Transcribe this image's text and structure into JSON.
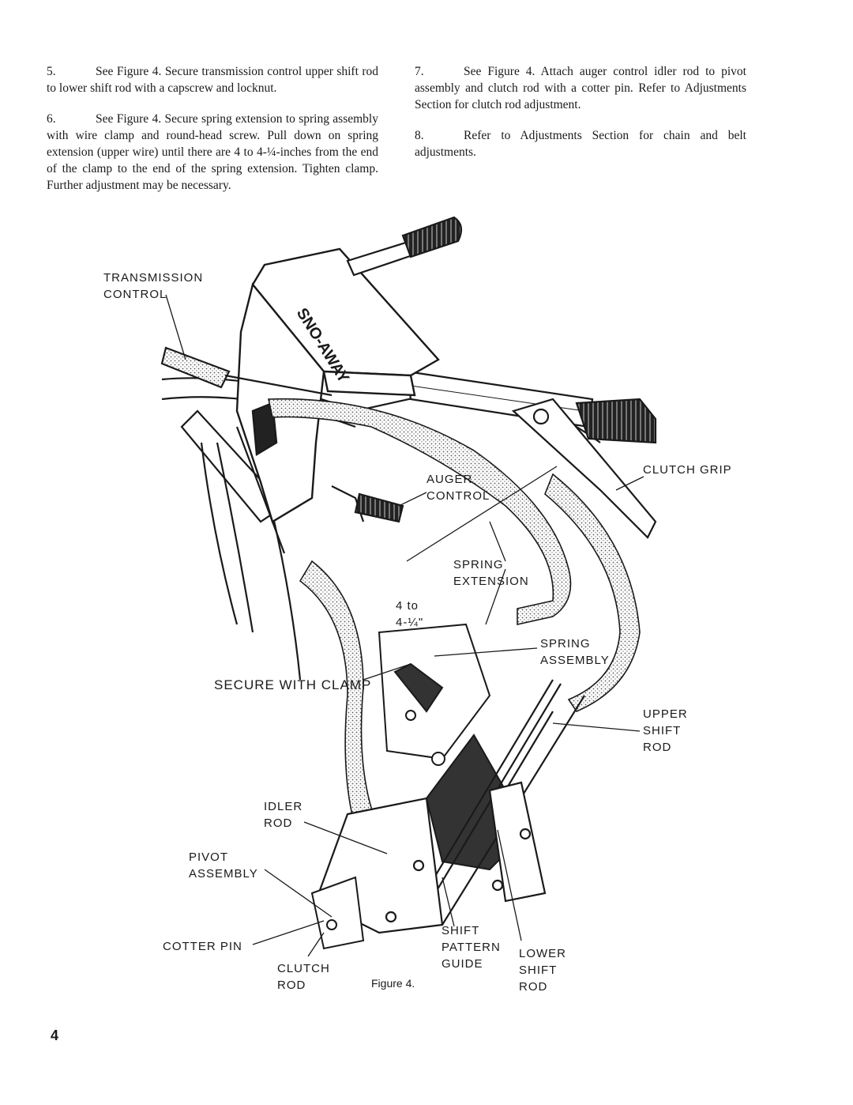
{
  "instructions": {
    "left": [
      {
        "num": "5.",
        "text": "See Figure 4.  Secure transmission control upper shift rod to lower shift rod with a capscrew and locknut."
      },
      {
        "num": "6.",
        "text": "See Figure 4.  Secure spring extension to spring assembly with wire clamp and round-head screw.  Pull down on spring extension (upper wire) until there are 4 to 4-¼-inches from the end of the clamp to the end of the spring extension.  Tighten clamp.  Further adjustment may be necessary."
      }
    ],
    "right": [
      {
        "num": "7.",
        "text": "See Figure 4.  Attach auger control idler rod to pivot assembly and clutch rod with a cotter pin.  Refer to Adjustments Section for clutch rod adjustment."
      },
      {
        "num": "8.",
        "text": "Refer to Adjustments Section for chain and belt adjustments."
      }
    ]
  },
  "figure": {
    "brand_decal": "SNO-AWAY",
    "labels": {
      "transmission_control": "TRANSMISSION\nCONTROL",
      "clutch_grip": "CLUTCH GRIP",
      "auger_control": "AUGER\nCONTROL",
      "spring_extension": "SPRING\nEXTENSION",
      "measure": "4 to\n4-¼\"",
      "spring_assembly": "SPRING\nASSEMBLY",
      "secure_with_clamp": "SECURE WITH CLAMP",
      "upper_shift_rod": "UPPER\nSHIFT\nROD",
      "idler_rod": "IDLER\nROD",
      "pivot_assembly": "PIVOT\nASSEMBLY",
      "cotter_pin": "COTTER PIN",
      "clutch_rod": "CLUTCH\nROD",
      "shift_pattern_guide": "SHIFT\nPATTERN\nGUIDE",
      "lower_shift_rod": "LOWER\nSHIFT\nROD"
    },
    "caption": "Figure 4."
  },
  "page_number": "4"
}
